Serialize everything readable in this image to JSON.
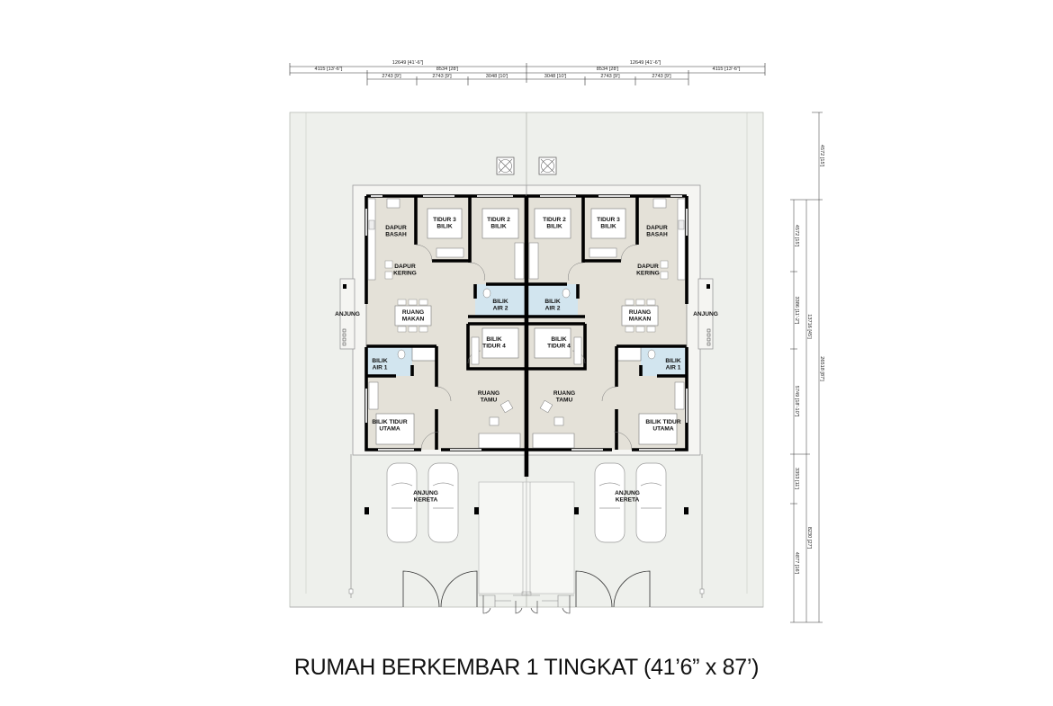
{
  "title": "RUMAH BERKEMBAR 1 TINGKAT (41’6” x  87’)",
  "dimensions": {
    "top_left": {
      "overall": "12649 [41'-6\"]",
      "row2": [
        "4115 [13'-6\"]",
        "8534 [28']"
      ],
      "row3": [
        "2743 [9']",
        "2743 [9']",
        "3048 [10']"
      ]
    },
    "top_right": {
      "overall": "12649 [41'-6\"]",
      "row2": [
        "8534 [28']",
        "4115 [13'-6\"]"
      ],
      "row3": [
        "3048 [10']",
        "2743 [9']",
        "2743 [9']"
      ]
    },
    "right": {
      "col1": [
        "4572 [15']",
        "3386 [11'-2\"]",
        "5749 [18'-10\"]",
        "3353 [11']",
        "4877 [16']"
      ],
      "col2": [
        "13716 [45']",
        "8230 [27']"
      ],
      "col3": [
        "4572 [15']",
        "26518 [87']"
      ]
    }
  },
  "rooms": {
    "dapur_basah": [
      "DAPUR",
      "BASAH"
    ],
    "tidur_3": [
      "TIDUR 3",
      "BILIK"
    ],
    "tidur_2": [
      "TIDUR 2",
      "BILIK"
    ],
    "dapur_kering": [
      "DAPUR",
      "KERING"
    ],
    "bilik_air_2": [
      "BILIK",
      "AIR 2"
    ],
    "anjung": [
      "ANJUNG"
    ],
    "ruang_makan": [
      "RUANG",
      "MAKAN"
    ],
    "tidur_4": [
      "BILIK",
      "TIDUR 4"
    ],
    "bilik_air_1": [
      "BILIK",
      "AIR 1"
    ],
    "ruang_tamu": [
      "RUANG",
      "TAMU"
    ],
    "tidur_utama": [
      "BILIK TIDUR",
      "UTAMA"
    ],
    "anjung_kereta": [
      "ANJUNG",
      "KERETA"
    ]
  },
  "colors": {
    "floor": "#e4e1d8",
    "wet": "#d2e5ef",
    "ground": "#eef0ec",
    "wall": "#000000"
  }
}
